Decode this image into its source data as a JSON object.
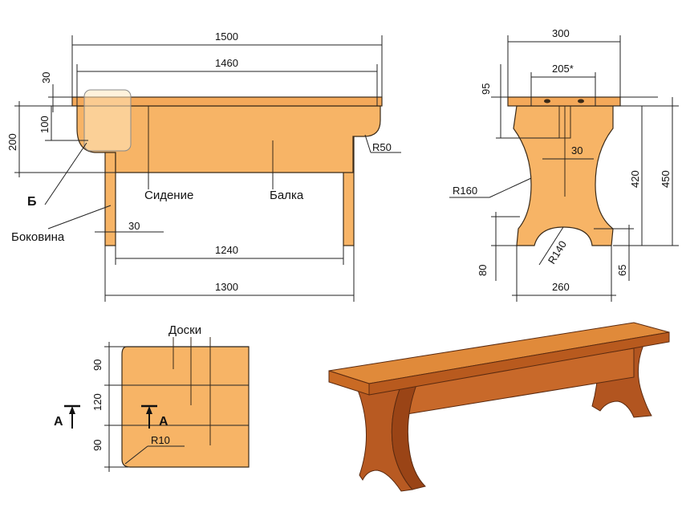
{
  "front_view": {
    "dim_total_length": "1500",
    "dim_seat_length": "1460",
    "dim_leg_span": "1240",
    "dim_leg_outer": "1300",
    "dim_leg_thickness": "30",
    "dim_top_thickness": "30",
    "dim_beam_height": "100",
    "dim_overall_height": "200",
    "dim_radius": "R50",
    "label_seat": "Сидение",
    "label_beam": "Балка",
    "label_side": "Боковина",
    "label_detail": "Б"
  },
  "side_view": {
    "dim_top_width": "300",
    "dim_slot_spacing": "205*",
    "dim_slot_width": "30",
    "dim_top_height": "95",
    "dim_side_height": "420",
    "dim_total_height": "450",
    "dim_waist_radius": "R160",
    "dim_arch_radius": "R140",
    "dim_foot_height": "80",
    "dim_foot_height_right": "65",
    "dim_bottom_width": "260"
  },
  "top_view": {
    "label_boards": "Доски",
    "dim_board1": "90",
    "dim_board2": "120",
    "dim_board3": "90",
    "dim_corner_radius": "R10",
    "section_label_left": "А",
    "section_label_right": "А"
  },
  "colors": {
    "wood_light": "#f7b466",
    "wood_dark": "#c8692a",
    "outline": "#3a2a18"
  }
}
